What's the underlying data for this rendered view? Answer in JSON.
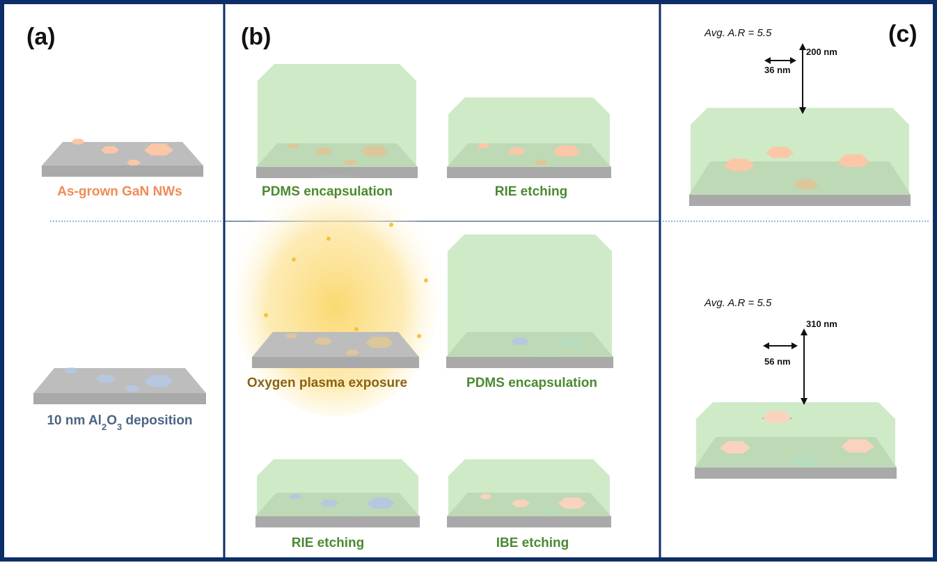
{
  "panels": {
    "a": {
      "label": "(a)",
      "top_caption": "As-grown GaN NWs",
      "bottom_caption_prefix": "10 nm Al",
      "bottom_sub_1": "2",
      "bottom_mid": "O",
      "bottom_sub_2": "3",
      "bottom_caption_suffix": " deposition"
    },
    "b": {
      "label": "(b)",
      "top": [
        "PDMS encapsulation",
        "RIE etching"
      ],
      "bottom": [
        "Oxygen plasma exposure",
        "PDMS encapsulation",
        "RIE etching",
        "IBE etching"
      ]
    },
    "c": {
      "label": "(c)",
      "top": {
        "aspect_ratio": "Avg. A.R = 5.5",
        "height": "200 nm",
        "width": "36 nm"
      },
      "bottom": {
        "aspect_ratio": "Avg. A.R = 5.5",
        "height": "310 nm",
        "width": "56 nm"
      }
    }
  },
  "colors": {
    "frame": "#0d2d66",
    "divider": "#2a6ac4",
    "orange": "#f39e74",
    "blue": "#8ba5c9",
    "green_fill": "#bfe3b4",
    "substrate": "#a9a9a9",
    "caption_orange": "#f08a57",
    "caption_green": "#4a8a32",
    "caption_blue": "#4c6584",
    "caption_gold": "#8a6312"
  }
}
